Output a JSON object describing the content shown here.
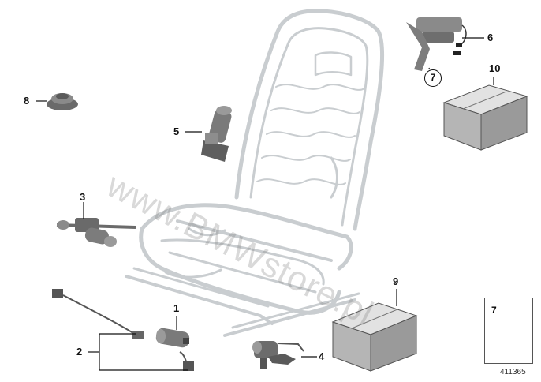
{
  "diagram": {
    "part_numbers": [
      "1",
      "2",
      "3",
      "4",
      "5",
      "6",
      "7",
      "8",
      "9",
      "10"
    ],
    "legend_label": "7",
    "diagram_id": "411365",
    "watermark": "www.BMWstore.pl",
    "colors": {
      "line": "#111111",
      "part_gray": "#7a7a7a",
      "frame_gray": "#cfd3d6",
      "box_light": "#d4d4d4",
      "box_dark": "#9a9a9a"
    }
  }
}
